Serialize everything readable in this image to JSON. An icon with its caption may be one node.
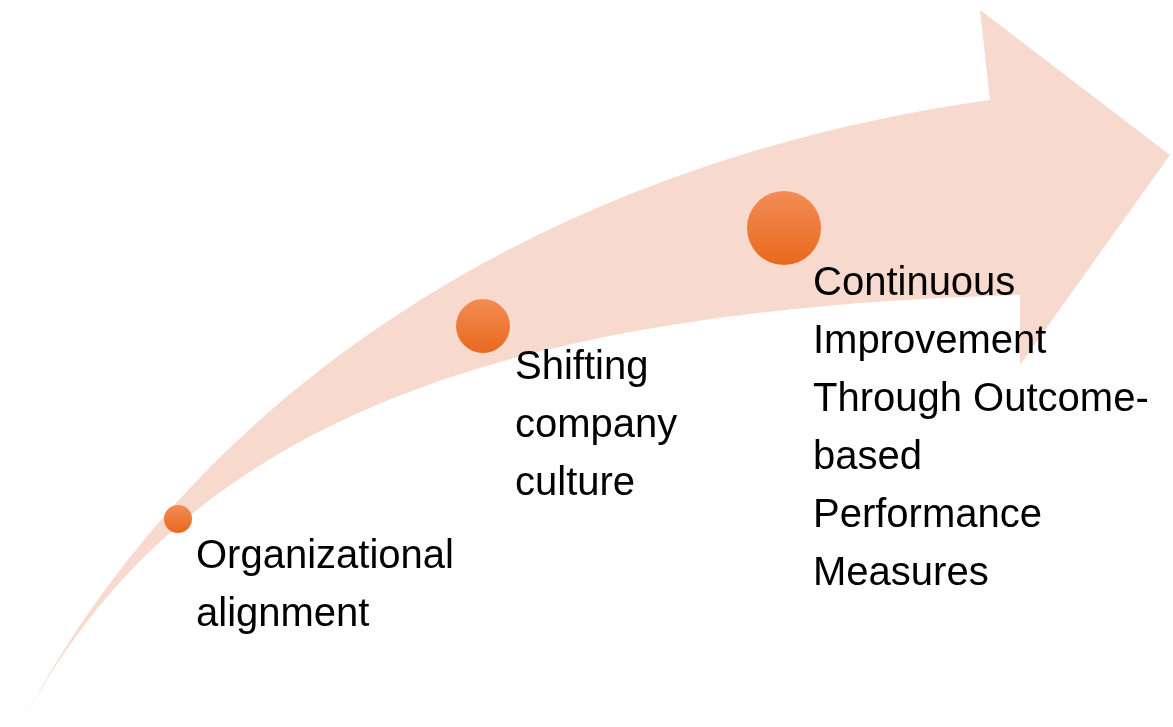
{
  "diagram": {
    "nodes": [
      {
        "text": [],
        "shape": "circle",
        "beside": [
          "Organizational alignment"
        ]
      },
      {
        "text": [],
        "shape": "circle",
        "beside": [
          "Shifting company culture"
        ]
      },
      {
        "text": [],
        "shape": "circle",
        "beside": [
          "Continuous Improvement Through Outcome-based Performance Measures"
        ]
      }
    ]
  }
}
